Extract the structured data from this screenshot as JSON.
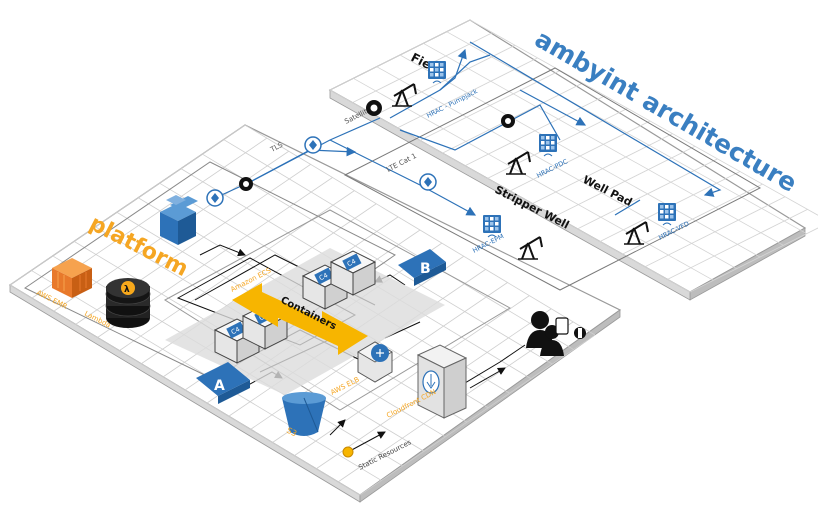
{
  "diagram": {
    "title": "ambyint architecture",
    "platform_title": "platform",
    "zones": {
      "field": "Field",
      "stripper_well": "Stripper Well",
      "well_pad": "Well Pad",
      "availability_zone_a": "A",
      "availability_zone_b": "B"
    },
    "devices": {
      "hrac_pumpjack": "HRAC - Pumpjack",
      "hrac_pdc": "HRAC-PDC",
      "hrac_epm": "HRAC-EPM",
      "hrac_vfd": "HRAC-VFD"
    },
    "links": {
      "tls": "TLS",
      "satellite": "Satellite",
      "lte_cat1": "LTE Cat 1"
    },
    "services": {
      "aws_emr": "AWS EMR",
      "lambda": "Lambda",
      "amazon_ecs": "Amazon ECS",
      "containers": "Containers",
      "container_label": "C4",
      "s3": "S3",
      "aws_elb": "AWS ELB",
      "cloudfront_cdn": "Cloudfront CDN",
      "static_resources": "Static Resources"
    },
    "colors": {
      "title_blue": "#3a7fc1",
      "platform_orange": "#f5a623",
      "aws_blue": "#2d72b8",
      "grid_line": "#c9c9c9",
      "emr_orange": "#e8792b",
      "lambda_dark": "#1a1a1a",
      "container_arrow": "#f7b500"
    }
  }
}
